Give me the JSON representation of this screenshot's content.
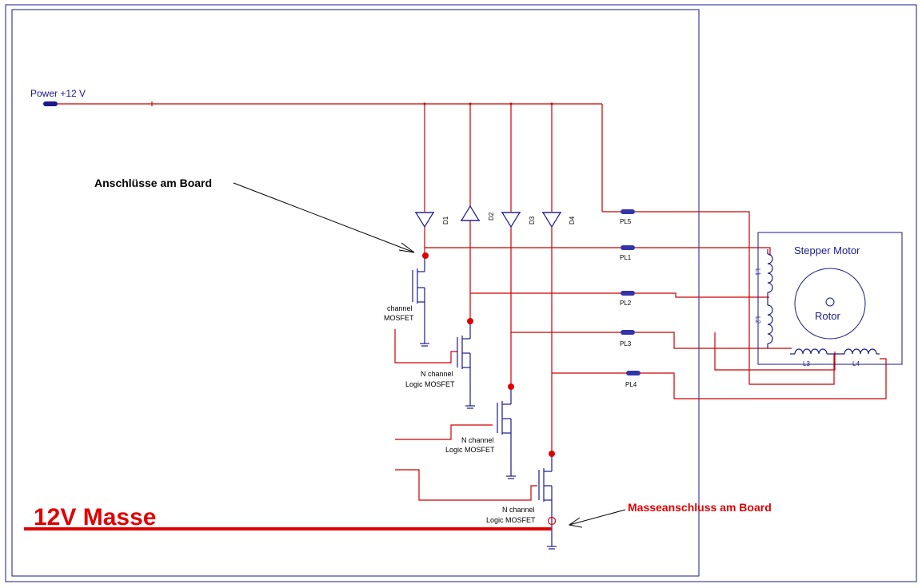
{
  "colors": {
    "wire": "#cc0000",
    "component": "#1a1a8c",
    "frame": "#1a1a8c",
    "ground_bus": "#e00000",
    "connector": "#3333aa",
    "node": "#e00000"
  },
  "labels": {
    "power": "Power +12 V",
    "board_connections": "Anschlüsse am Board",
    "ground_connection": "Masseanschluss am Board",
    "ground_bus": "12V Masse",
    "motor_title": "Stepper Motor",
    "rotor": "Rotor"
  },
  "diodes": [
    {
      "name": "D1"
    },
    {
      "name": "D2"
    },
    {
      "name": "D3"
    },
    {
      "name": "D4"
    }
  ],
  "connectors": [
    {
      "name": "PL5"
    },
    {
      "name": "PL1"
    },
    {
      "name": "PL2"
    },
    {
      "name": "PL3"
    },
    {
      "name": "PL4"
    }
  ],
  "mosfets": [
    {
      "line1": "channel",
      "line2": "MOSFET"
    },
    {
      "line1": "N channel",
      "line2": "Logic MOSFET"
    },
    {
      "line1": "N channel",
      "line2": "Logic MOSFET"
    },
    {
      "line1": "N channel",
      "line2": "Logic MOSFET"
    }
  ],
  "coils": [
    {
      "name": "L1"
    },
    {
      "name": "L2"
    },
    {
      "name": "L3"
    },
    {
      "name": "L4"
    }
  ]
}
